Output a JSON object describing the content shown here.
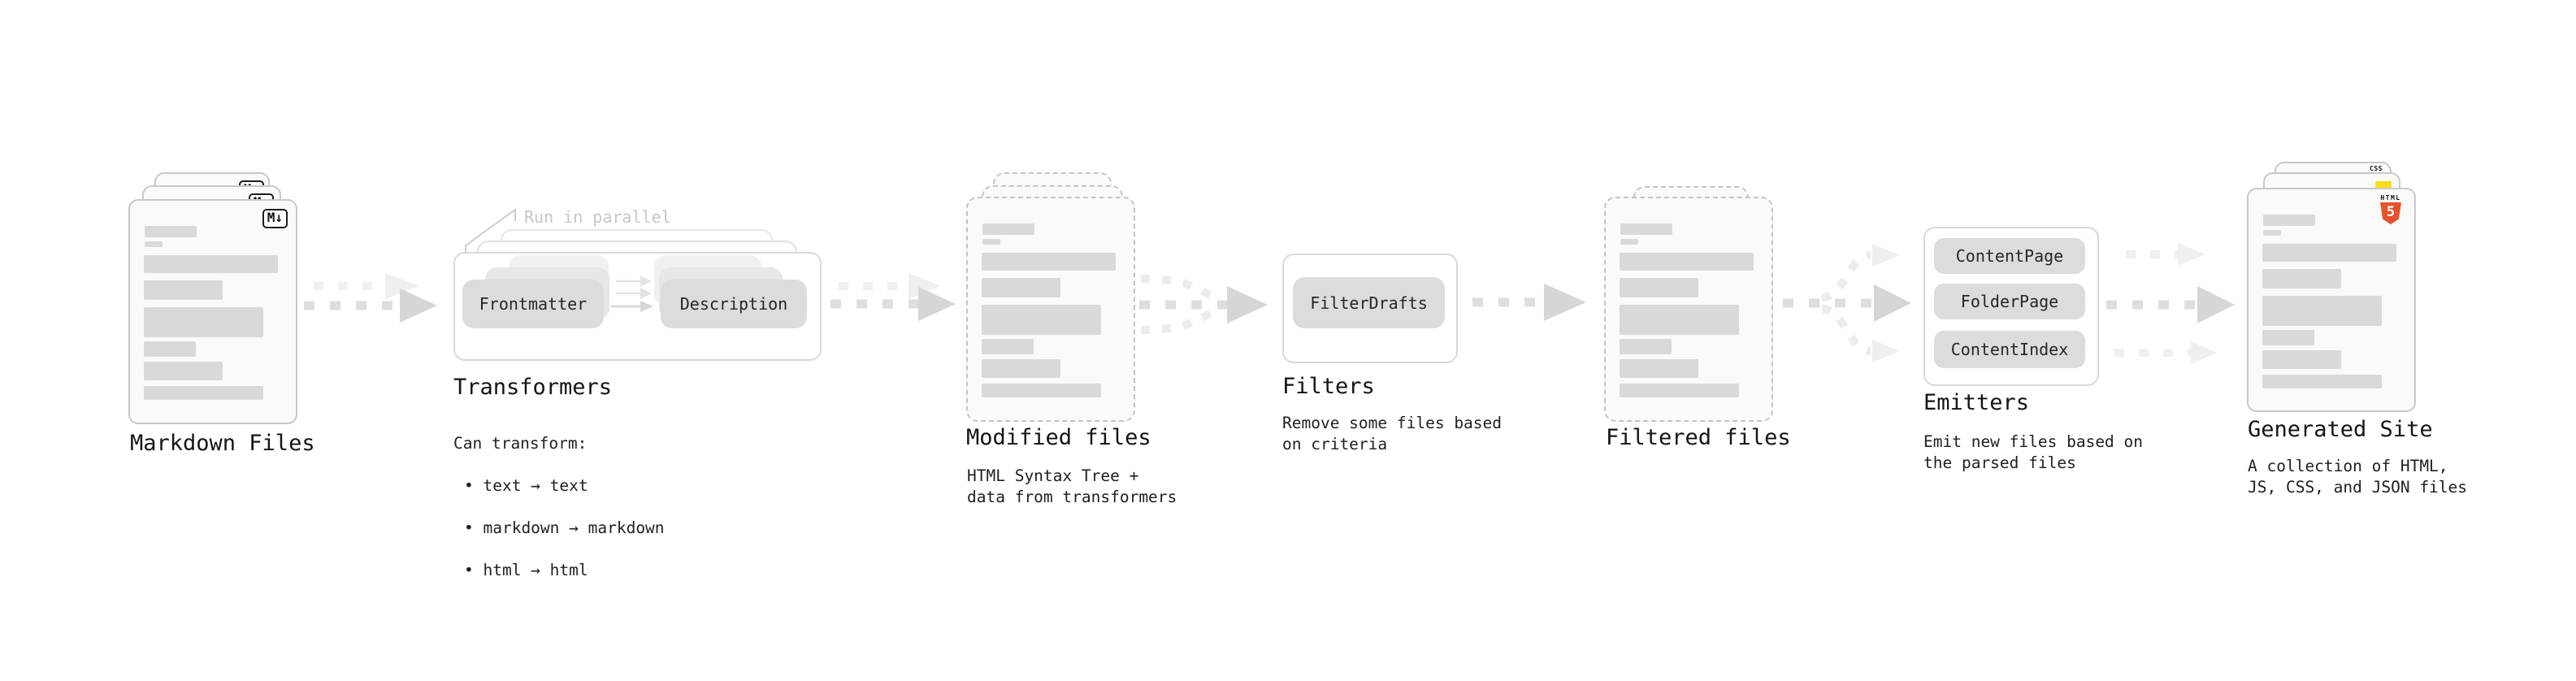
{
  "diagram": {
    "annotation": "Run in parallel",
    "sections": {
      "markdown_files": {
        "title": "Markdown Files",
        "badge": "M↓"
      },
      "transformers": {
        "title": "Transformers",
        "pills": [
          "Frontmatter",
          "Description"
        ],
        "heading": "Can transform:",
        "bullets": [
          "• text → text",
          "• markdown → markdown",
          "• html → html"
        ]
      },
      "modified_files": {
        "title": "Modified files",
        "desc": "HTML Syntax Tree +\ndata from transformers"
      },
      "filters": {
        "title": "Filters",
        "pill": "FilterDrafts",
        "desc": "Remove some files based\non criteria"
      },
      "filtered_files": {
        "title": "Filtered files"
      },
      "emitters": {
        "title": "Emitters",
        "pills": [
          "ContentPage",
          "FolderPage",
          "ContentIndex"
        ],
        "desc": "Emit new files based on\nthe parsed files"
      },
      "generated_site": {
        "title": "Generated Site",
        "desc": "A collection of HTML,\nJS, CSS, and JSON files",
        "badges": {
          "css_label": "CSS",
          "html_word": "HTML",
          "html_numeral": "5"
        }
      }
    },
    "colors": {
      "html5_orange": "#e5532d",
      "js_yellow": "#f7df1e",
      "css_blue": "#3a6af4",
      "bar_gray": "#d9d9d9",
      "arrow_gray": "#d6d6d6",
      "light_arrow_gray": "#efefef"
    }
  }
}
